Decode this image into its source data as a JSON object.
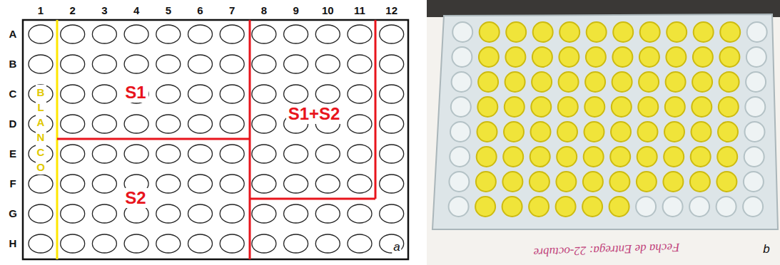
{
  "diagram": {
    "nodes": [
      {
        "text": [
          "S1"
        ]
      },
      {
        "text": [
          "S1+S2"
        ]
      },
      {
        "text": [
          "BLANCO"
        ]
      },
      {
        "text": [
          "S2"
        ]
      }
    ],
    "labels": [
      "1",
      "2",
      "3",
      "4",
      "5",
      "6",
      "7",
      "8",
      "9",
      "10",
      "11",
      "12",
      "A",
      "B",
      "C",
      "D",
      "E",
      "F",
      "G",
      "H",
      "a",
      "Fecha de Entrega: 22-octubre",
      "b"
    ]
  }
}
